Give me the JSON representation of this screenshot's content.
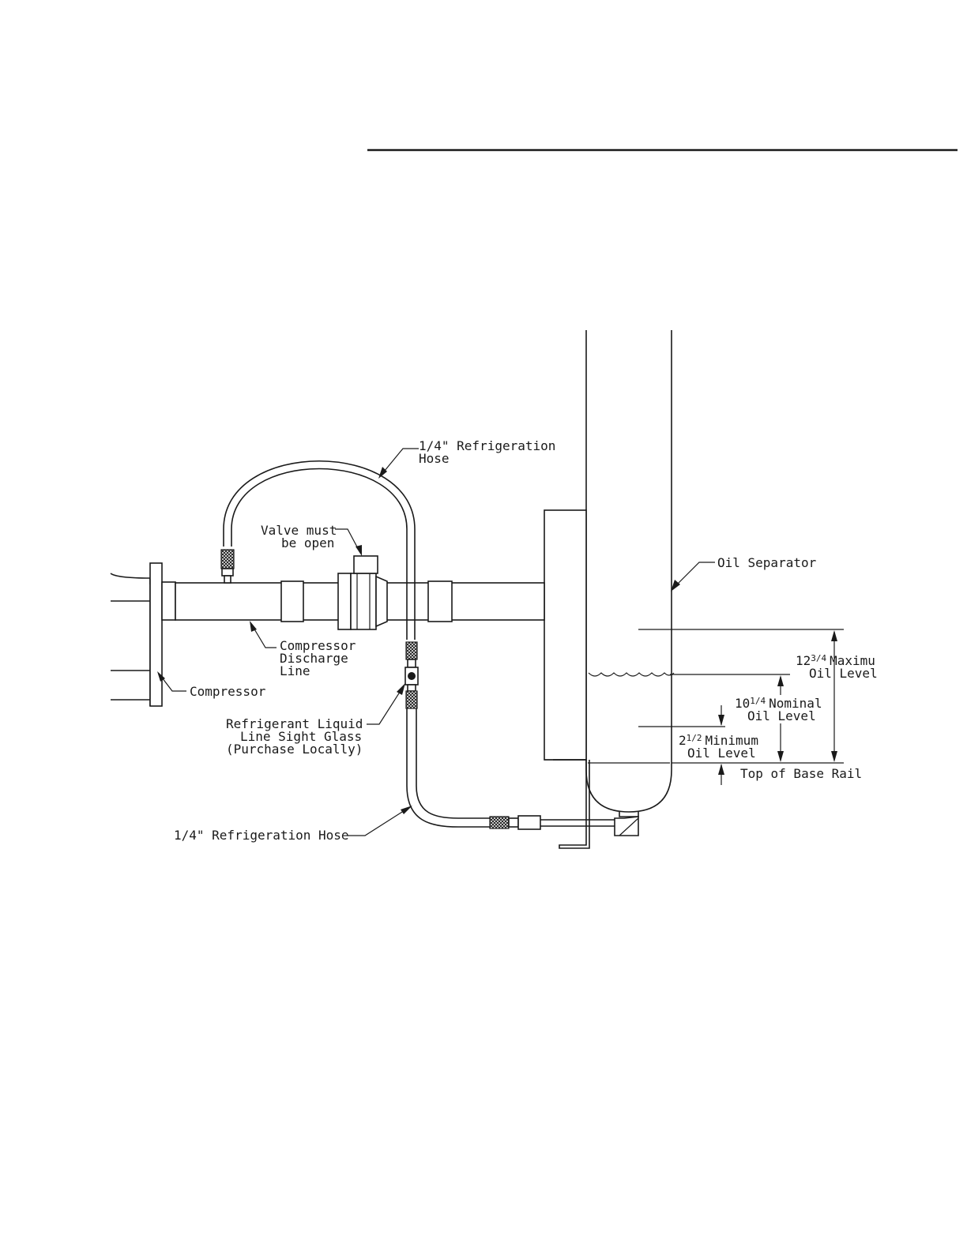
{
  "labels": {
    "hose_top_1": "1/4\" Refrigeration",
    "hose_top_2": "Hose",
    "valve_1": "Valve must",
    "valve_2": "be open",
    "oil_separator": "Oil Separator",
    "discharge_1": "Compressor",
    "discharge_2": "Discharge",
    "discharge_3": "Line",
    "compressor": "Compressor",
    "sight_1": "Refrigerant Liquid",
    "sight_2": "Line Sight Glass",
    "sight_3": "(Purchase Locally)",
    "hose_bottom": "1/4\" Refrigeration Hose",
    "max_whole": "12",
    "max_frac": "3/4",
    "max_rest": "Maximu",
    "max_2": "Oil Level",
    "nom_whole": "10",
    "nom_frac": "1/4",
    "nom_rest": "Nominal",
    "nom_2": "Oil Level",
    "min_whole": "2",
    "min_frac": "1/2",
    "min_rest": "Minimum",
    "min_2": "Oil Level",
    "base_rail": "Top of Base Rail"
  },
  "colors": {
    "ink": "#1a1a1a",
    "paper": "#ffffff"
  }
}
